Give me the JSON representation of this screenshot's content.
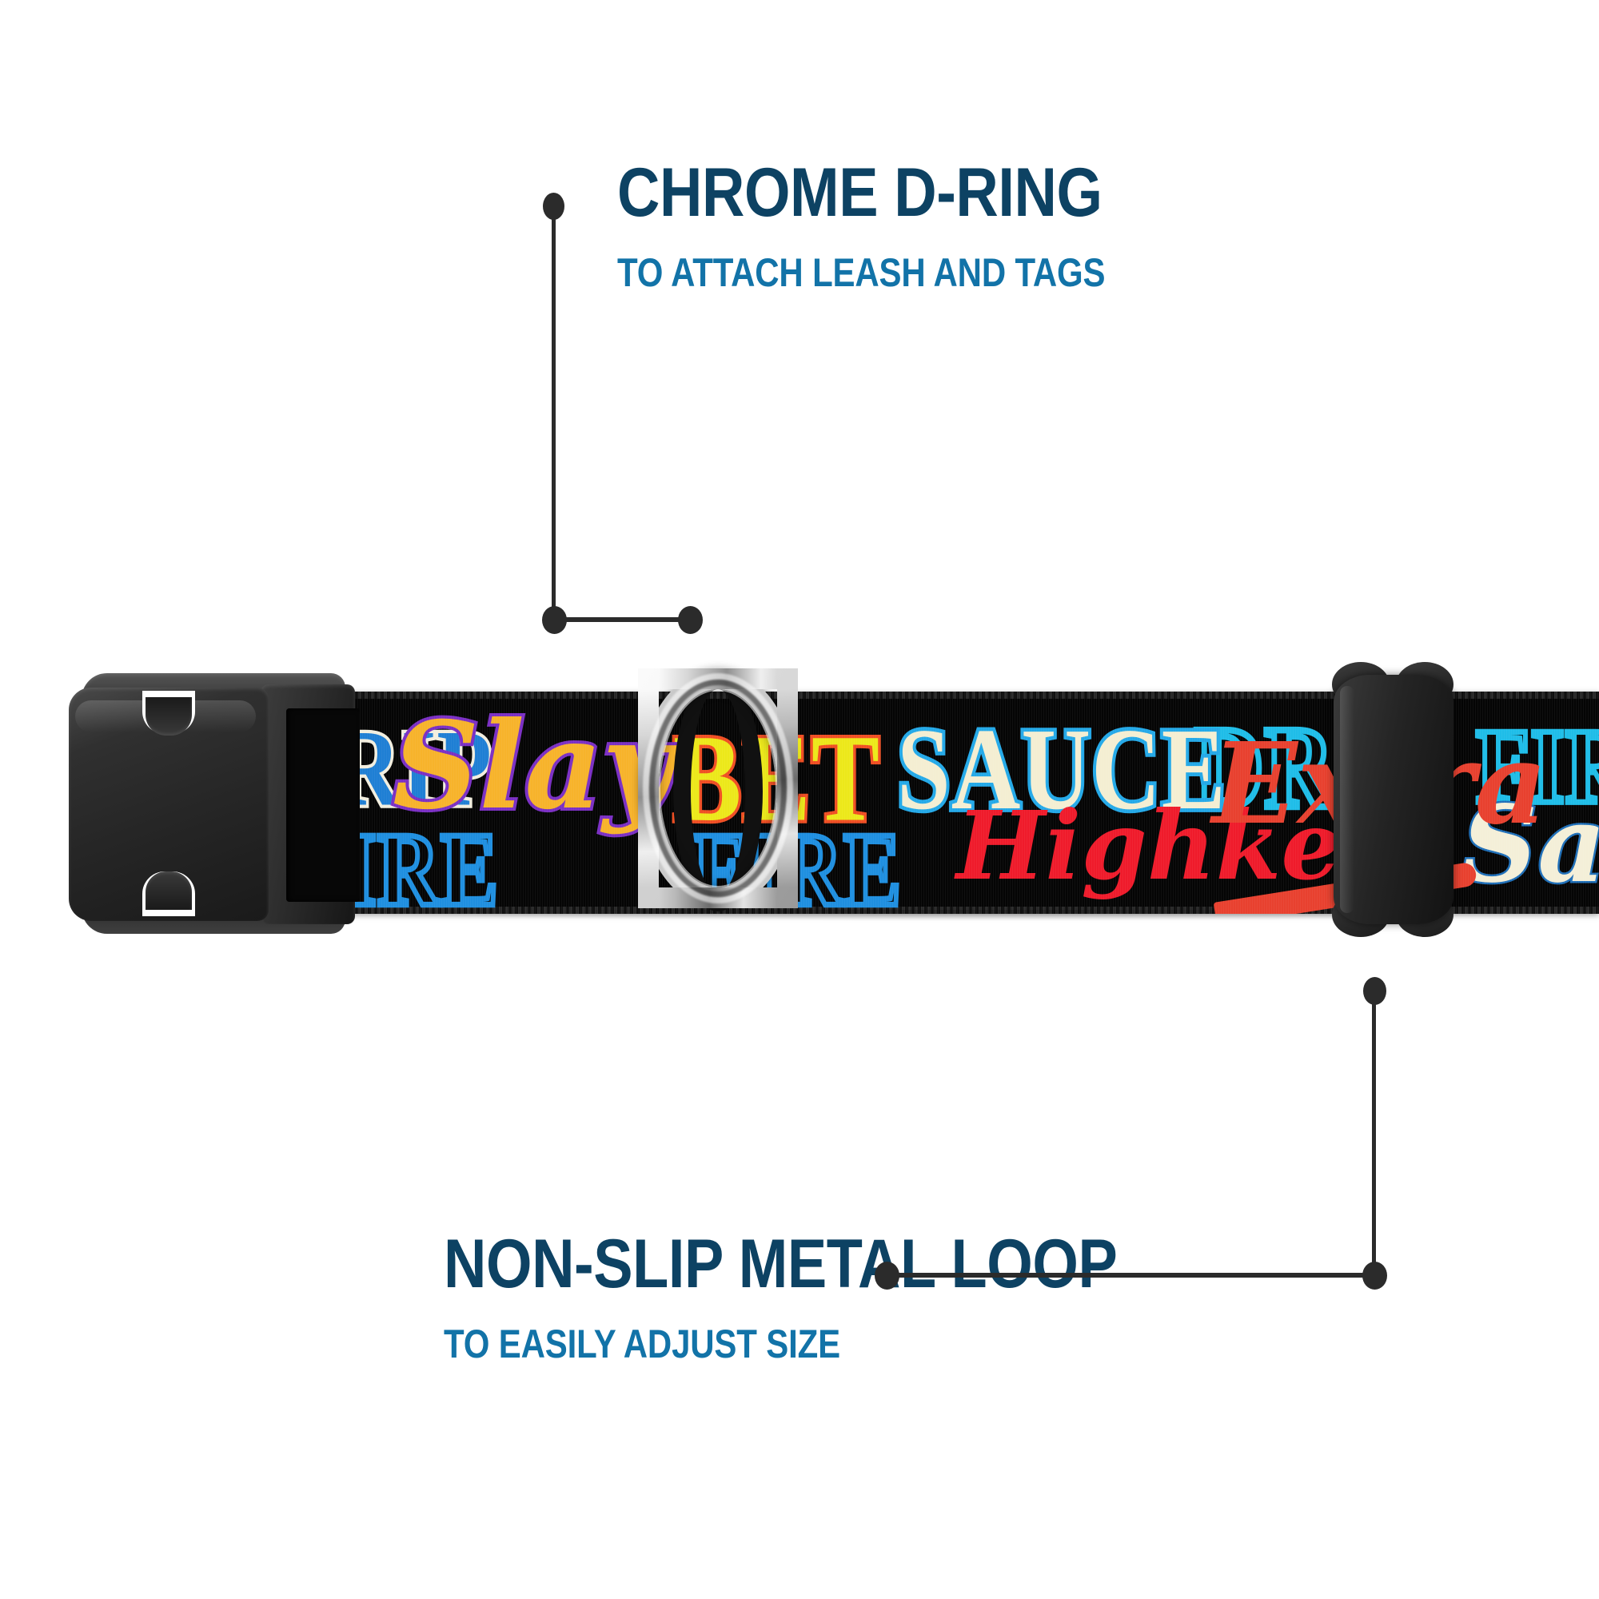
{
  "page": {
    "kind": "product-feature-infographic",
    "background_color": "#ffffff",
    "product": "printed nylon dog collar"
  },
  "theme": {
    "title_color": "#0d4263",
    "subtitle_color": "#1273a8",
    "leader_color": "#2b2b2b",
    "webbing_color": "#050505",
    "hardware_black": "#242424",
    "chrome": "#c9c9c9"
  },
  "callouts": [
    {
      "id": "chrome-d-ring",
      "title": "CHROME D-RING",
      "subtitle": "TO ATTACH LEASH AND TAGS",
      "position": "top",
      "points_to": "d-ring"
    },
    {
      "id": "non-slip-metal-loop",
      "title": "NON-SLIP METAL LOOP",
      "subtitle": "TO EASILY ADJUST SIZE",
      "position": "bottom",
      "points_to": "slide-loop"
    }
  ],
  "collar": {
    "webbing_pattern_words": [
      {
        "text": "DRIP",
        "style": "collegiate",
        "fill": "#1f7fd4",
        "outline": "#f2eedf"
      },
      {
        "text": "FIRE",
        "style": "collegiate-outline",
        "fill": "none",
        "outline": "#1f8fe0"
      },
      {
        "text": "Slay",
        "style": "script",
        "fill": "#f7b32b",
        "outline": "#7b2fc4"
      },
      {
        "text": "BET",
        "style": "collegiate",
        "fill": "#ece81a",
        "outline": "#f04e23"
      },
      {
        "text": "SAUCE",
        "style": "collegiate",
        "fill": "#f4eed2",
        "outline": "#24a9e8"
      },
      {
        "text": "Highkey",
        "style": "script",
        "fill": "#ef1b2b",
        "outline": "none"
      },
      {
        "text": "Extra",
        "style": "script",
        "fill": "#e8412f",
        "outline": "none"
      },
      {
        "text": "Sauce",
        "style": "script",
        "fill": "#f4efd8",
        "outline": "#1f6fb8"
      }
    ],
    "hardware": [
      {
        "name": "side-release-buckle",
        "material": "black plastic"
      },
      {
        "name": "d-ring",
        "material": "chrome metal"
      },
      {
        "name": "slide-loop",
        "material": "black metal tri-glide"
      }
    ]
  }
}
